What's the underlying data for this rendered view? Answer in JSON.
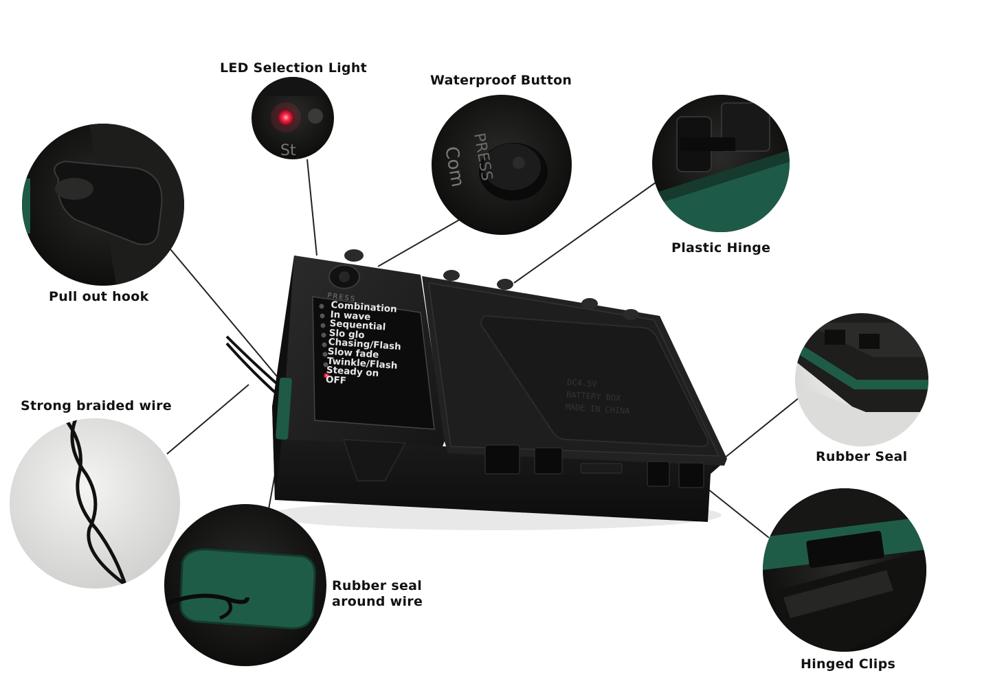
{
  "labels": {
    "led_selection_light": "LED Selection Light",
    "waterproof_button": "Waterproof Button",
    "plastic_hinge": "Plastic Hinge",
    "pull_out_hook": "Pull out hook",
    "strong_braided_wire": "Strong braided wire",
    "rubber_seal": "Rubber Seal",
    "rubber_seal_around_wire_1": "Rubber seal",
    "rubber_seal_around_wire_2": "around wire",
    "hinged_clips": "Hinged Clips"
  },
  "device": {
    "press_text": "PRESS",
    "modes": [
      "Combination",
      "In wave",
      "Sequential",
      "Slo glo",
      "Chasing/Flash",
      "Slow fade",
      "Twinkle/Flash",
      "Steady on",
      "OFF"
    ],
    "active_mode": "Steady on",
    "battery_text_1": "DC4.5V",
    "battery_text_2": "BATTERY BOX",
    "battery_text_3": "MADE IN CHINA"
  },
  "colors": {
    "box": "#1c1c1c",
    "led_red": "#ff2a4a",
    "seal_green": "#1f5c48"
  }
}
